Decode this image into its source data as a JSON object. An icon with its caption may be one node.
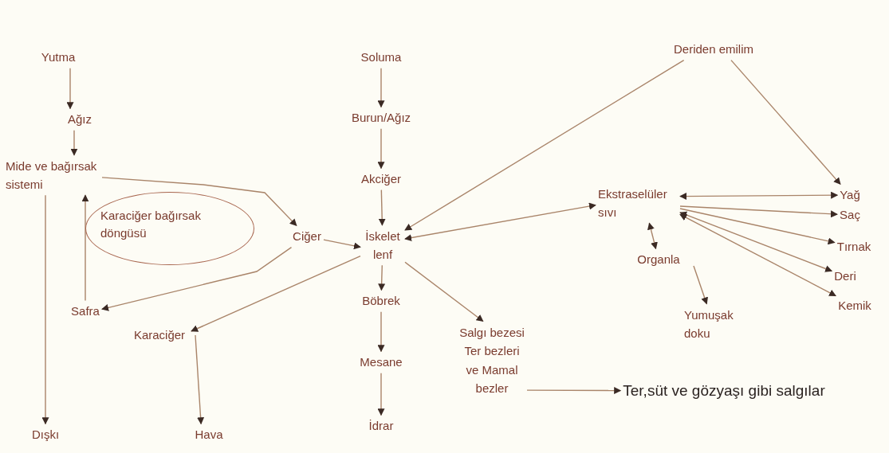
{
  "diagram": {
    "nodes": [
      {
        "text": [
          "Yutma"
        ]
      },
      {
        "text": [
          "Ağız"
        ]
      },
      {
        "text": [
          "Mide ve bağırsak sistemi"
        ]
      },
      {
        "text": [
          "Karaciğer bağırsak döngüsü"
        ]
      },
      {
        "text": [
          "Ciğer"
        ]
      },
      {
        "text": [
          "İskelet lenf"
        ]
      },
      {
        "text": [
          "Soluma"
        ]
      },
      {
        "text": [
          "Burun/Ağız"
        ]
      },
      {
        "text": [
          "Akciğer"
        ]
      },
      {
        "text": [
          "Deriden emilim"
        ]
      },
      {
        "text": [
          "Ekstraselüler sıvı"
        ]
      },
      {
        "text": [
          "Yağ"
        ]
      },
      {
        "text": [
          "Saç"
        ]
      },
      {
        "text": [
          "Tırnak"
        ]
      },
      {
        "text": [
          "Deri"
        ]
      },
      {
        "text": [
          "Kemik"
        ]
      },
      {
        "text": [
          "Organla"
        ]
      },
      {
        "text": [
          "Yumuşak doku"
        ]
      },
      {
        "text": [
          "Safra"
        ]
      },
      {
        "text": [
          "Karaciğer"
        ]
      },
      {
        "text": [
          "Böbrek"
        ]
      },
      {
        "text": [
          "Salgı bezesi Ter bezleri ve Mamal bezler"
        ]
      },
      {
        "text": [
          "Mesane"
        ]
      },
      {
        "text": [
          "İdrar"
        ]
      },
      {
        "text": [
          "Ter,süt ve gözyaşı gibi salgılar"
        ]
      },
      {
        "text": [
          "Dışkı"
        ]
      },
      {
        "text": [
          "Hava"
        ]
      }
    ],
    "edges": [
      {
        "from": 0,
        "to": 1,
        "arrow": "to"
      },
      {
        "from": 1,
        "to": 2,
        "arrow": "to"
      },
      {
        "from": 2,
        "to": 25,
        "arrow": "to"
      },
      {
        "from": 2,
        "to": 4,
        "arrow": "to"
      },
      {
        "from": 18,
        "to": 2,
        "arrow": "to"
      },
      {
        "from": 4,
        "to": 18,
        "arrow": "to"
      },
      {
        "from": 4,
        "to": 5,
        "arrow": "to"
      },
      {
        "from": 5,
        "to": 19,
        "arrow": "to"
      },
      {
        "from": 19,
        "to": 26,
        "arrow": "to"
      },
      {
        "from": 6,
        "to": 7,
        "arrow": "to"
      },
      {
        "from": 7,
        "to": 8,
        "arrow": "to"
      },
      {
        "from": 8,
        "to": 5,
        "arrow": "to"
      },
      {
        "from": 9,
        "to": 5,
        "arrow": "to"
      },
      {
        "from": 9,
        "to": 11,
        "arrow": "to"
      },
      {
        "from": 10,
        "to": 5,
        "arrow": "both"
      },
      {
        "from": 10,
        "to": 11,
        "arrow": "both"
      },
      {
        "from": 10,
        "to": 12,
        "arrow": "to"
      },
      {
        "from": 10,
        "to": 13,
        "arrow": "to"
      },
      {
        "from": 10,
        "to": 14,
        "arrow": "both"
      },
      {
        "from": 10,
        "to": 15,
        "arrow": "both"
      },
      {
        "from": 10,
        "to": 16,
        "arrow": "both"
      },
      {
        "from": 16,
        "to": 17,
        "arrow": "to"
      },
      {
        "from": 5,
        "to": 20,
        "arrow": "to"
      },
      {
        "from": 20,
        "to": 22,
        "arrow": "to"
      },
      {
        "from": 22,
        "to": 23,
        "arrow": "to"
      },
      {
        "from": 5,
        "to": 21,
        "arrow": "to"
      },
      {
        "from": 21,
        "to": 24,
        "arrow": "to"
      }
    ]
  }
}
